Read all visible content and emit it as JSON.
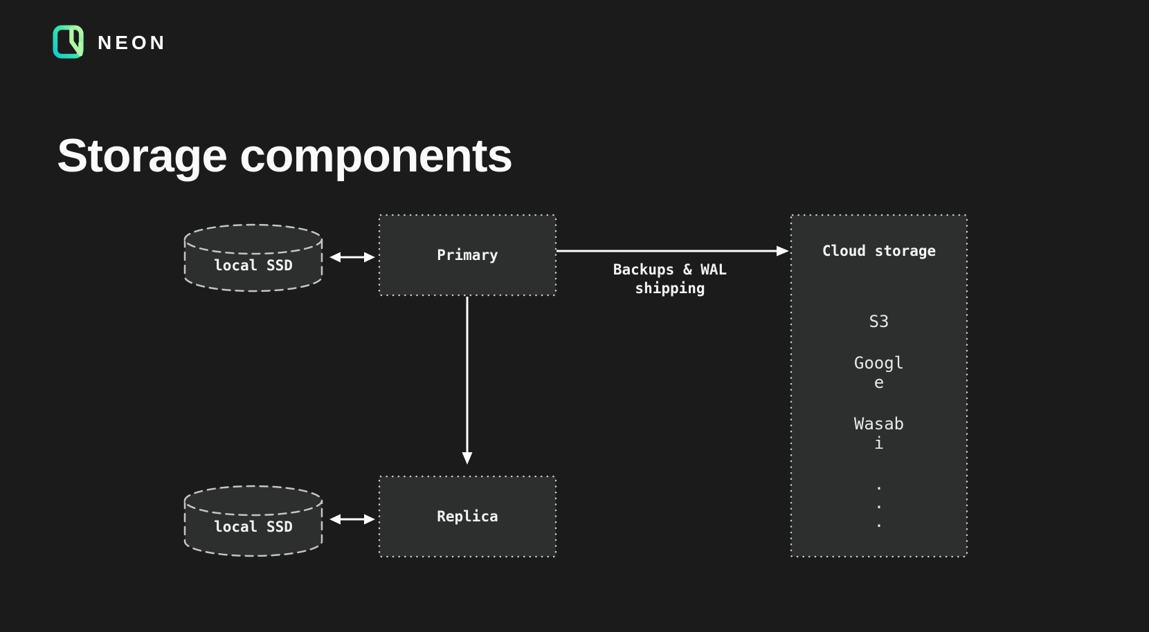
{
  "header": {
    "wordmark": "NEON"
  },
  "title": "Storage components",
  "diagram": {
    "nodes": {
      "local_ssd_top": "local SSD",
      "local_ssd_bottom": "local SSD",
      "primary": "Primary",
      "replica": "Replica"
    },
    "cloud": {
      "title": "Cloud storage",
      "items": [
        "S3",
        "Google",
        "Wasabi"
      ],
      "ellipsis": [
        ".",
        ".",
        "."
      ]
    },
    "labels": {
      "backups": "Backups & WAL shipping"
    }
  },
  "colors": {
    "background": "#1b1b1b",
    "node_fill": "#2d2e2e",
    "dotted_border": "#cccccc",
    "dashed_border": "#c4c4c4",
    "arrow": "#ffffff",
    "text": "#f2f2f2",
    "logo_teal": "#15cfc9",
    "logo_green": "#b1f7a6"
  }
}
